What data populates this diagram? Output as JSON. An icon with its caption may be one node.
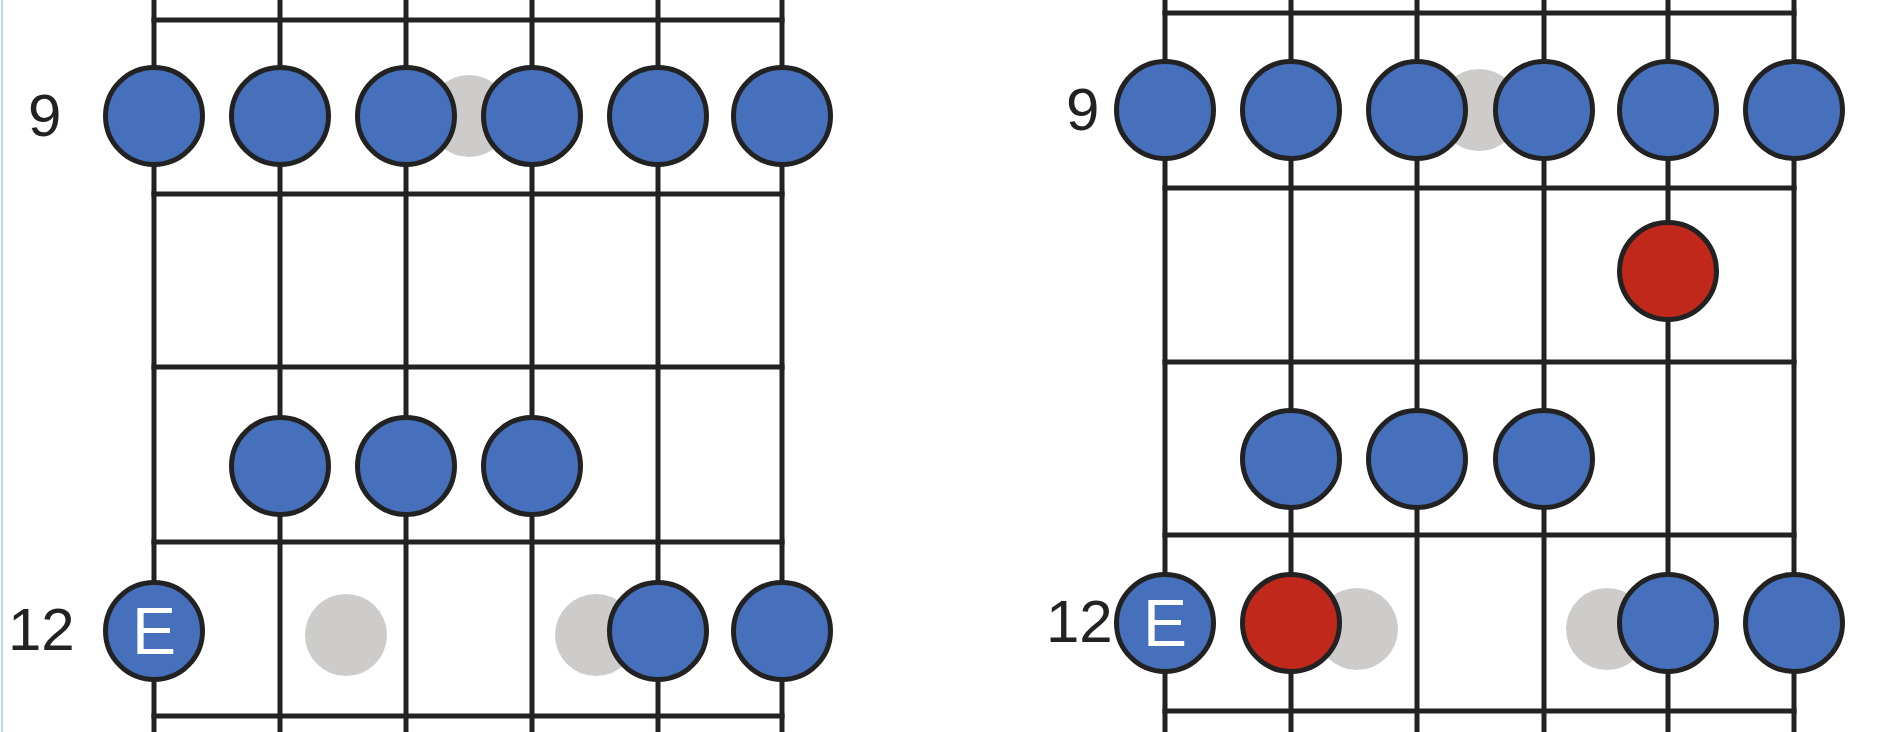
{
  "diagram": {
    "nodes": [
      {
        "text": [],
        "shape": "circle"
      },
      {
        "text": [],
        "shape": "circle"
      },
      {
        "text": [],
        "shape": "circle"
      },
      {
        "text": [],
        "shape": "circle"
      },
      {
        "text": [],
        "shape": "circle"
      },
      {
        "text": [],
        "shape": "circle"
      },
      {
        "text": [],
        "shape": "circle"
      },
      {
        "text": [],
        "shape": "circle"
      },
      {
        "text": [],
        "shape": "circle"
      },
      {
        "text": [
          "E"
        ]
      },
      {
        "text": [],
        "shape": "circle"
      },
      {
        "text": [],
        "shape": "circle"
      },
      {
        "text": [],
        "shape": "circle"
      },
      {
        "text": [],
        "shape": "circle"
      },
      {
        "text": [],
        "shape": "circle"
      },
      {
        "text": [],
        "shape": "circle"
      },
      {
        "text": [],
        "shape": "circle"
      },
      {
        "text": [],
        "shape": "circle"
      },
      {
        "text": [],
        "shape": "circle"
      },
      {
        "text": [],
        "shape": "circle"
      },
      {
        "text": [],
        "shape": "circle"
      },
      {
        "text": [],
        "shape": "circle"
      },
      {
        "text": [
          "E"
        ]
      },
      {
        "text": [],
        "shape": "circle"
      },
      {
        "text": [],
        "shape": "circle"
      },
      {
        "text": [],
        "shape": "circle"
      }
    ],
    "labels": [
      "9",
      "12",
      "9",
      "12"
    ]
  }
}
